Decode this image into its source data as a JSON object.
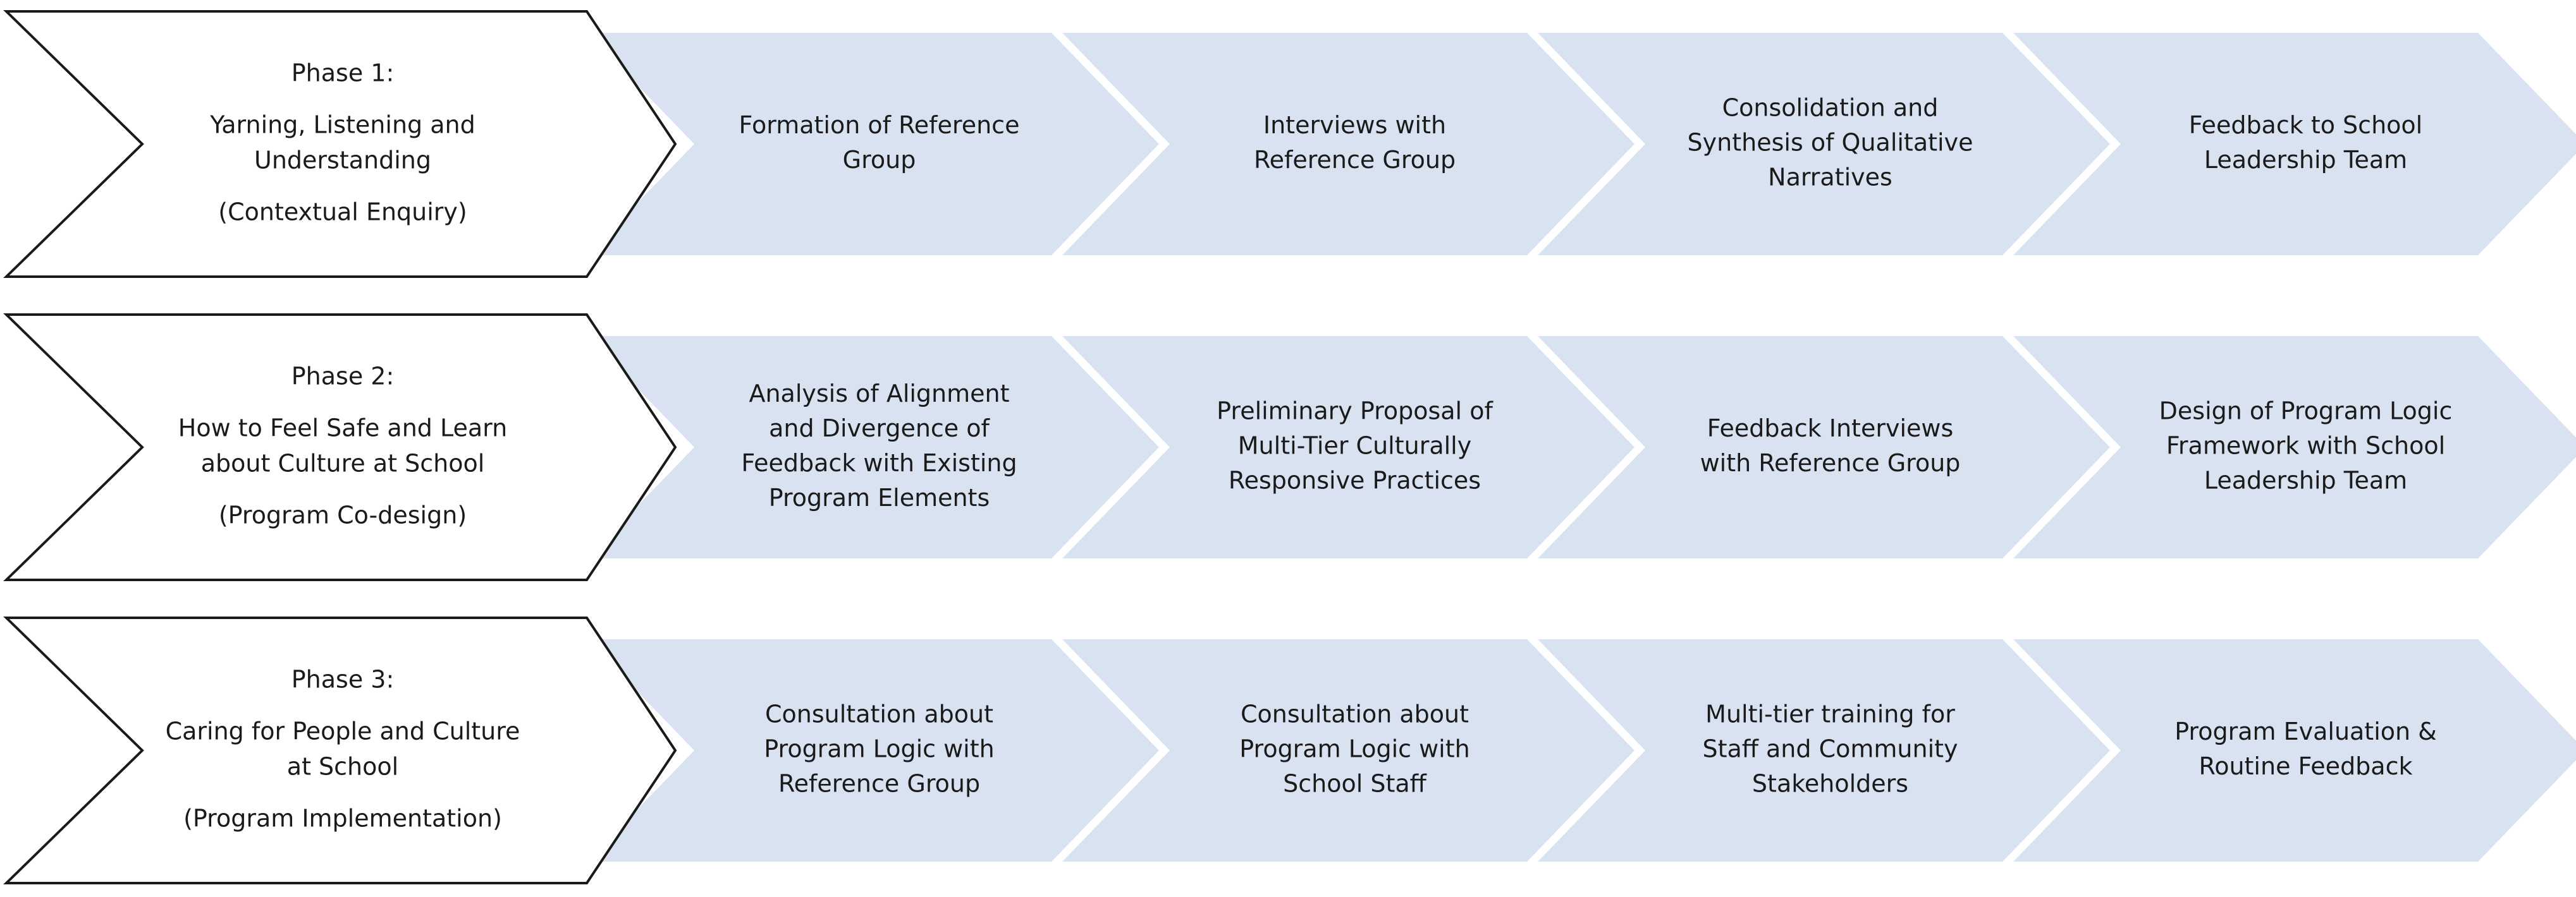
{
  "colors": {
    "step_fill": "#d9e2f1",
    "phase_fill": "#ffffff",
    "phase_border": "#1a1a1a",
    "text": "#1a1a1a"
  },
  "rows": [
    {
      "phase": {
        "lines": [
          {
            "text": "Phase 1:",
            "gap_before": 0
          },
          {
            "text": "Yarning, Listening and",
            "gap_before": 1
          },
          {
            "text": "Understanding",
            "gap_before": 0
          },
          {
            "text": "(Contextual Enquiry)",
            "gap_before": 1
          }
        ]
      },
      "steps": [
        {
          "lines": [
            "Formation of Reference",
            "Group"
          ]
        },
        {
          "lines": [
            "Interviews with",
            "Reference Group"
          ]
        },
        {
          "lines": [
            "Consolidation and",
            "Synthesis of Qualitative",
            "Narratives"
          ]
        },
        {
          "lines": [
            "Feedback to School",
            "Leadership Team"
          ]
        }
      ]
    },
    {
      "phase": {
        "lines": [
          {
            "text": "Phase 2:",
            "gap_before": 0
          },
          {
            "text": "How to Feel Safe and Learn",
            "gap_before": 1
          },
          {
            "text": "about Culture at School",
            "gap_before": 0
          },
          {
            "text": "(Program Co-design)",
            "gap_before": 1
          }
        ]
      },
      "steps": [
        {
          "lines": [
            "Analysis of Alignment",
            "and Divergence of",
            "Feedback with Existing",
            "Program Elements"
          ]
        },
        {
          "lines": [
            "Preliminary Proposal of",
            "Multi-Tier Culturally",
            "Responsive Practices"
          ]
        },
        {
          "lines": [
            "Feedback Interviews",
            "with Reference Group"
          ]
        },
        {
          "lines": [
            "Design of Program Logic",
            "Framework with School",
            "Leadership Team"
          ]
        }
      ]
    },
    {
      "phase": {
        "lines": [
          {
            "text": "Phase 3:",
            "gap_before": 0
          },
          {
            "text": "Caring for People and Culture",
            "gap_before": 1
          },
          {
            "text": "at School",
            "gap_before": 0
          },
          {
            "text": "(Program Implementation)",
            "gap_before": 1
          }
        ]
      },
      "steps": [
        {
          "lines": [
            "Consultation about",
            "Program Logic with",
            "Reference Group"
          ]
        },
        {
          "lines": [
            "Consultation about",
            "Program Logic with",
            "School Staff"
          ]
        },
        {
          "lines": [
            "Multi-tier training for",
            "Staff and Community",
            "Stakeholders"
          ]
        },
        {
          "lines": [
            "Program Evaluation &",
            "Routine Feedback"
          ]
        }
      ]
    }
  ]
}
